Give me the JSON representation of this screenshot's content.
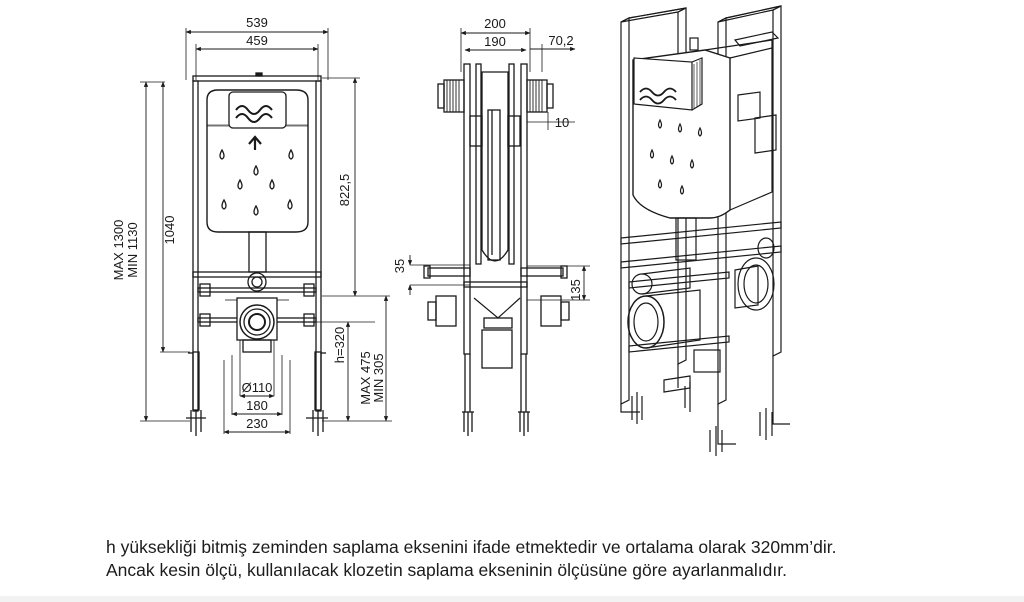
{
  "dimensions": {
    "overall_width": "539",
    "frame_width": "459",
    "depth": "200",
    "inner_depth": "190",
    "offset": "70,2",
    "gap": "10",
    "height": "1040",
    "max_height": "MAX 1300",
    "min_height": "MIN 1130",
    "tank_height": "822,5",
    "stud_height": "h=320",
    "max_stud": "MAX 475",
    "min_stud": "MIN 305",
    "pipe_diameter": "Ø110",
    "stud_spacing_inner": "180",
    "stud_spacing_outer": "230",
    "side_35": "35",
    "side_135": "135"
  },
  "caption": {
    "line1": "h yüksekliği bitmiş zeminden saplama eksenini ifade etmektedir ve ortalama olarak 320mm’dir.",
    "line2": "Ancak kesin ölçü, kullanılacak klozetin saplama ekseninin ölçüsüne göre ayarlanmalıdır."
  }
}
